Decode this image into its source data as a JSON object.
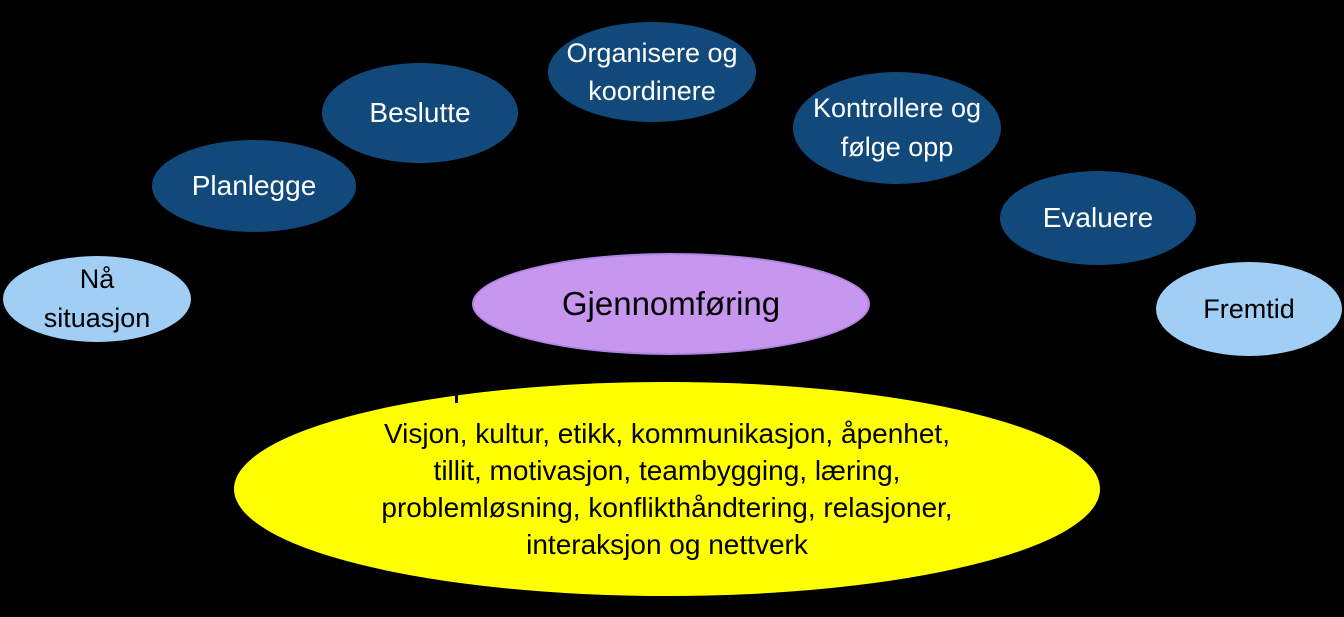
{
  "canvas": {
    "background": "#000000"
  },
  "diagram": {
    "type": "process-arc",
    "language": "Norwegian",
    "nodes": [
      {
        "id": "na-situasjon",
        "label": "Nå\nsituasjon",
        "fill": "#A0CEF5",
        "text_color": "#000000",
        "shape": "ellipse"
      },
      {
        "id": "planlegge",
        "label": "Planlegge",
        "fill": "#11497B",
        "text_color": "#FFFFFF",
        "shape": "ellipse"
      },
      {
        "id": "beslutte",
        "label": "Beslutte",
        "fill": "#11497B",
        "text_color": "#FFFFFF",
        "shape": "ellipse"
      },
      {
        "id": "organisere-koordinere",
        "label": "Organisere og\nkoordinere",
        "fill": "#11497B",
        "text_color": "#FFFFFF",
        "shape": "ellipse"
      },
      {
        "id": "kontrollere-folge-opp",
        "label": "Kontrollere og\nfølge opp",
        "fill": "#11497B",
        "text_color": "#FFFFFF",
        "shape": "ellipse"
      },
      {
        "id": "evaluere",
        "label": "Evaluere",
        "fill": "#11497B",
        "text_color": "#FFFFFF",
        "shape": "ellipse"
      },
      {
        "id": "fremtid",
        "label": "Fremtid",
        "fill": "#A0CEF5",
        "text_color": "#000000",
        "shape": "ellipse"
      },
      {
        "id": "gjennomforing",
        "label": "Gjennomføring",
        "fill": "#C797F0",
        "text_color": "#000000",
        "shape": "ellipse"
      },
      {
        "id": "relasjonsprosesser",
        "label": "Visjon, kultur, etikk, kommunikasjon, åpenhet,\ntillit, motivasjon, teambygging, læring,\nproblemløsning, konflikthåndtering, relasjoner,\ninteraksjon og nettverk",
        "fill": "#FFFF00",
        "text_color": "#000000",
        "shape": "ellipse"
      }
    ],
    "colors": {
      "dark_blue": "#11497B",
      "light_blue": "#A0CEF5",
      "purple": "#C797F0",
      "purple_border": "#B183E2",
      "yellow": "#FFFF00",
      "background": "#000000"
    }
  }
}
